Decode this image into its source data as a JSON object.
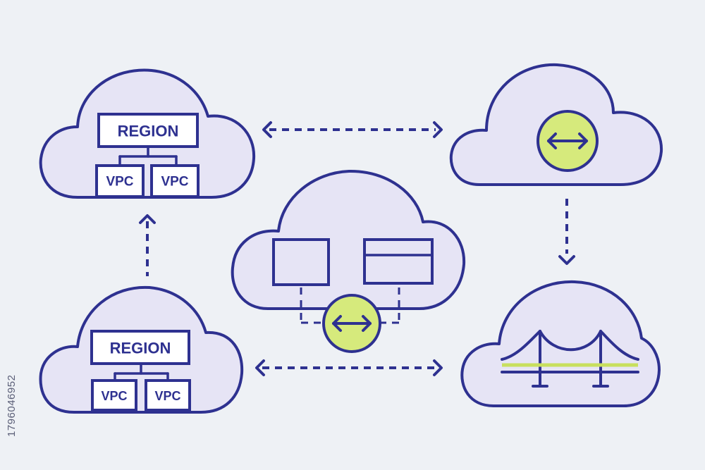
{
  "colors": {
    "background": "#eef1f5",
    "outline": "#2e3190",
    "cloud_fill": "#e6e4f5",
    "accent": "#d6ea7c"
  },
  "clouds": {
    "top_left": {
      "region_label": "REGION",
      "vpc_left": "VPC",
      "vpc_right": "VPC"
    },
    "bottom_left": {
      "region_label": "REGION",
      "vpc_left": "VPC",
      "vpc_right": "VPC"
    },
    "top_right": {
      "icon": "bidirectional-arrow-icon"
    },
    "center": {
      "icon": "bidirectional-arrow-icon"
    },
    "bottom_right": {
      "icon": "bridge-icon"
    }
  },
  "connectors": [
    "bidirectional",
    "bidirectional",
    "up",
    "down"
  ],
  "watermark_id": "1796046952"
}
